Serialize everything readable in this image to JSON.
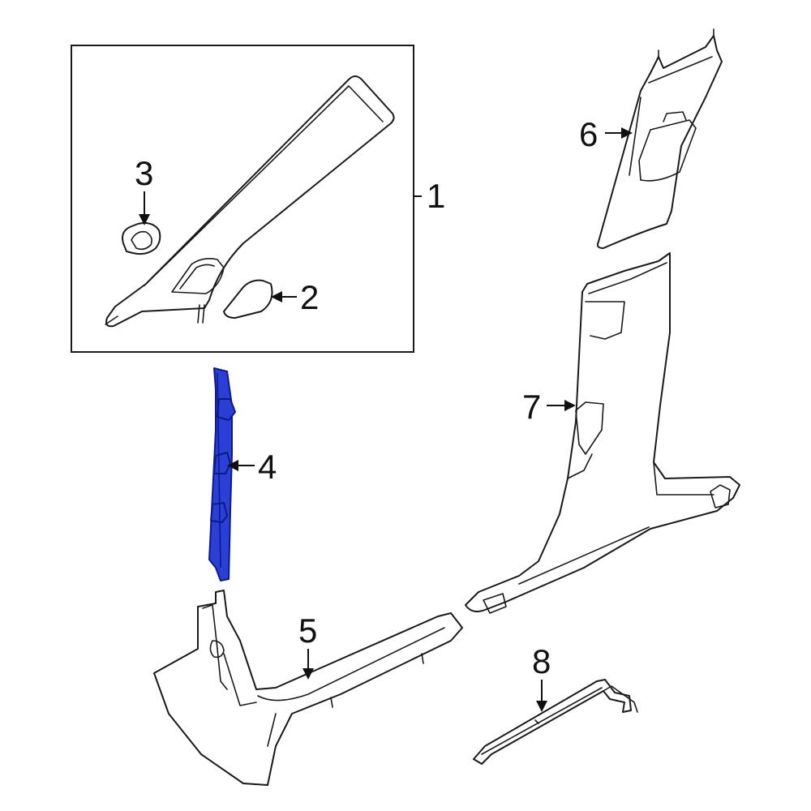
{
  "callouts": {
    "c1": "1",
    "c2": "2",
    "c3": "3",
    "c4": "4",
    "c5": "5",
    "c6": "6",
    "c7": "7",
    "c8": "8"
  },
  "colors": {
    "highlight": "#2a3fd6",
    "outline": "#1a1a1a",
    "background": "#ffffff"
  }
}
